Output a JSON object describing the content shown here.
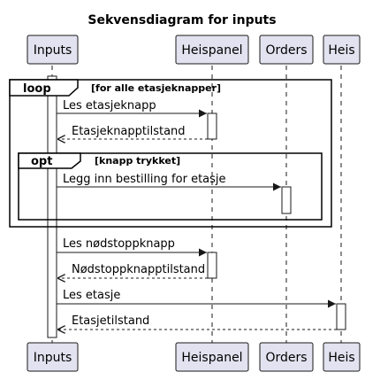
{
  "title": "Sekvensdiagram for inputs",
  "participants": [
    {
      "id": "inputs",
      "label": "Inputs"
    },
    {
      "id": "heispanel",
      "label": "Heispanel"
    },
    {
      "id": "orders",
      "label": "Orders"
    },
    {
      "id": "heis",
      "label": "Heis"
    }
  ],
  "frames": [
    {
      "id": "loop",
      "keyword": "loop",
      "guard": "[for alle etasjeknapper]"
    },
    {
      "id": "opt",
      "keyword": "opt",
      "guard": "[knapp trykket]"
    }
  ],
  "messages": [
    {
      "id": "m1",
      "from": "inputs",
      "to": "heispanel",
      "label": "Les etasjeknapp",
      "kind": "sync"
    },
    {
      "id": "m2",
      "from": "heispanel",
      "to": "inputs",
      "label": "Etasjeknapptilstand",
      "kind": "reply"
    },
    {
      "id": "m3",
      "from": "inputs",
      "to": "orders",
      "label": "Legg inn bestilling for etasje",
      "kind": "sync"
    },
    {
      "id": "m4",
      "from": "inputs",
      "to": "heispanel",
      "label": "Les nødstoppknapp",
      "kind": "sync"
    },
    {
      "id": "m5",
      "from": "heispanel",
      "to": "inputs",
      "label": "Nødstoppknapptilstand",
      "kind": "reply"
    },
    {
      "id": "m6",
      "from": "inputs",
      "to": "heis",
      "label": "Les etasje",
      "kind": "sync"
    },
    {
      "id": "m7",
      "from": "heis",
      "to": "inputs",
      "label": "Etasjetilstand",
      "kind": "reply"
    }
  ],
  "colors": {
    "participant_fill": "#e2e2f0",
    "participant_stroke": "#181818",
    "lifeline": "#181818",
    "frame_stroke": "#000000",
    "activation_fill": "#ffffff",
    "background": "#ffffff"
  }
}
